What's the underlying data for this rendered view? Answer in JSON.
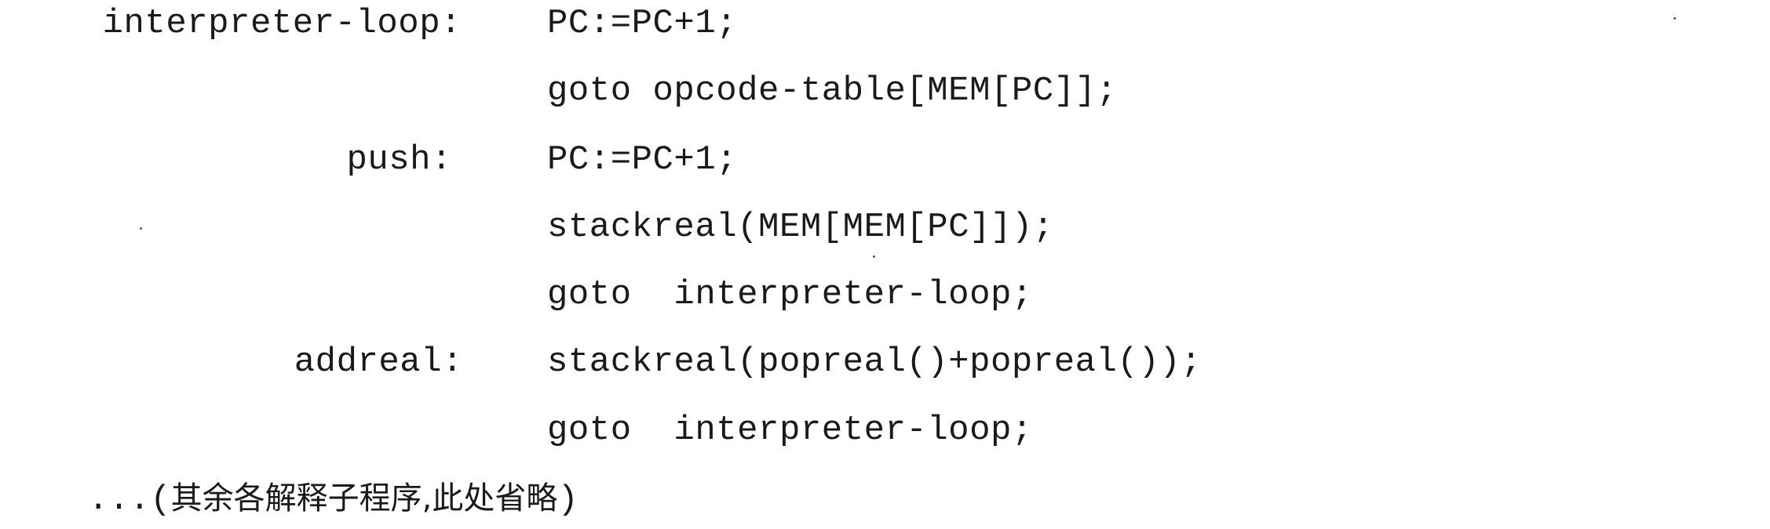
{
  "code": {
    "lines": [
      {
        "label": "interpreter-loop:",
        "stmt": "PC:=PC+1;"
      },
      {
        "label": "",
        "stmt": "goto opcode-table[MEM[PC]];"
      },
      {
        "label": "push:",
        "stmt": "PC:=PC+1;"
      },
      {
        "label": "",
        "stmt": "stackreal(MEM[MEM[PC]]);"
      },
      {
        "label": "",
        "stmt": "goto  interpreter-loop;"
      },
      {
        "label": "addreal:",
        "stmt": "stackreal(popreal()+popreal());"
      },
      {
        "label": "",
        "stmt": "goto  interpreter-loop;"
      }
    ]
  },
  "note": {
    "prefix": "...(",
    "text": "其余各解释子程序,此处省略",
    "suffix": ")"
  }
}
